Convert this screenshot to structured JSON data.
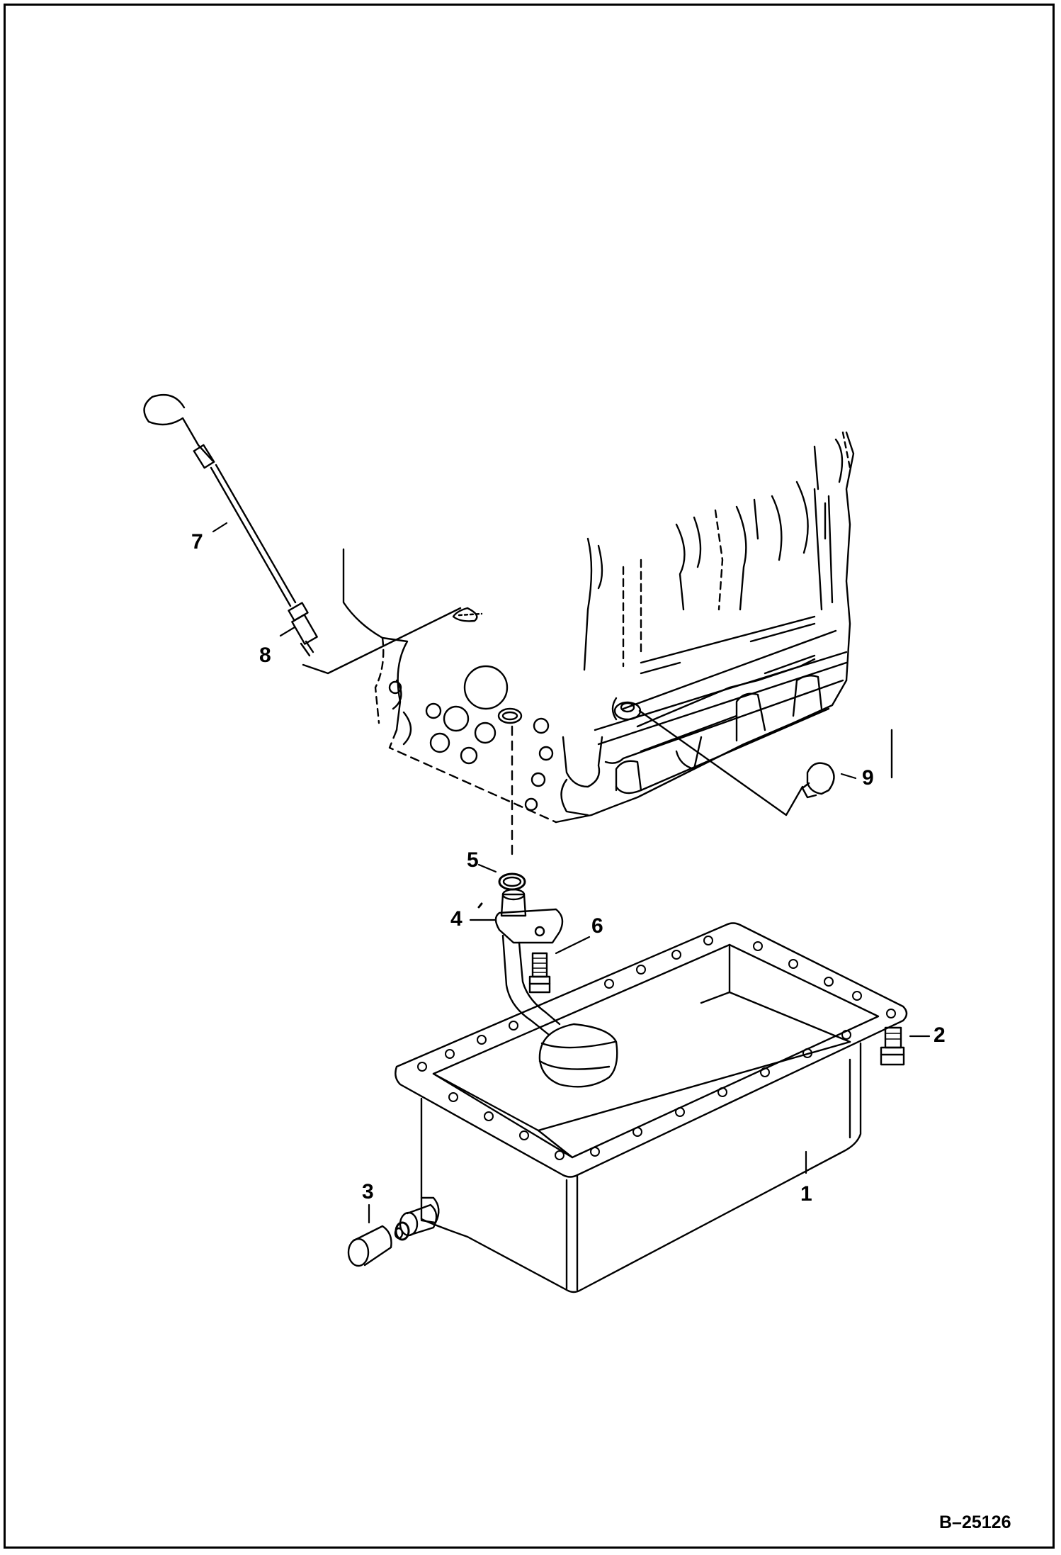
{
  "document_id": "B–25126",
  "callouts": {
    "c1": "1",
    "c2": "2",
    "c3": "3",
    "c4": "4",
    "c5": "5",
    "c6": "6",
    "c7": "7",
    "c8": "8",
    "c9": "9"
  },
  "colors": {
    "line": "#000000",
    "background": "#ffffff"
  }
}
